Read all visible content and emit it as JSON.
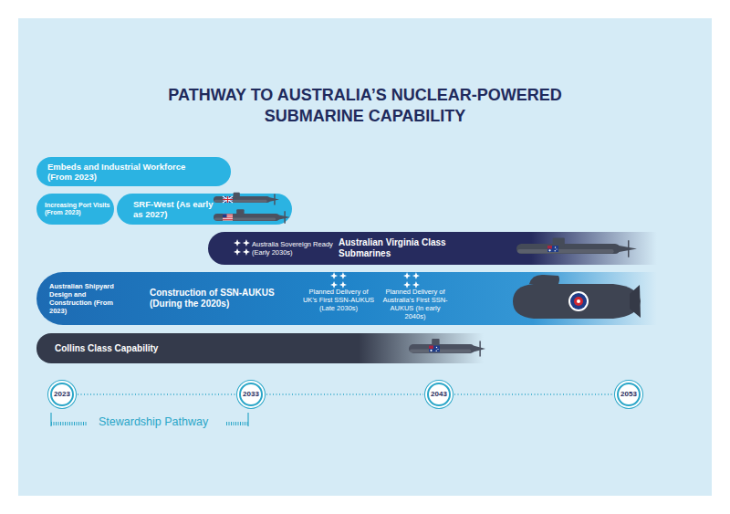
{
  "diagram": {
    "title": "PATHWAY TO AUSTRALIA’S NUCLEAR-POWERED SUBMARINE CAPABILITY",
    "nodes": [
      {
        "text": [
          "Embeds and Industrial Workforce (From 2023)"
        ]
      },
      {
        "text": [
          "Increasing Port Visits (From 2023)"
        ]
      },
      {
        "text": [
          "SRF-West (As early as 2027)"
        ]
      },
      {
        "text": [
          "Australia Sovereign Ready (Early 2030s)",
          "Australian Virginia Class Submarines"
        ]
      },
      {
        "text": [
          "Australian Shipyard Design and Construction (From 2023)",
          "Construction of SSN-AUKUS (During the 2020s)",
          "Planned Delivery of UK’s First SSN-AUKUS (Late 2030s)",
          "Planned Delivery of Australia’s First SSN-AUKUS (In early 2040s)"
        ]
      },
      {
        "text": [
          "Collins Class Capability"
        ]
      },
      {
        "text": [
          "2023"
        ]
      },
      {
        "text": [
          "2033"
        ]
      },
      {
        "text": [
          "2043"
        ]
      },
      {
        "text": [
          "2053"
        ]
      }
    ],
    "edges": [
      {
        "from": 6,
        "to": 7,
        "arrow": "none"
      },
      {
        "from": 7,
        "to": 8,
        "arrow": "none"
      },
      {
        "from": 8,
        "to": 9,
        "arrow": "none"
      }
    ],
    "labels": [
      "Stewardship Pathway"
    ]
  }
}
